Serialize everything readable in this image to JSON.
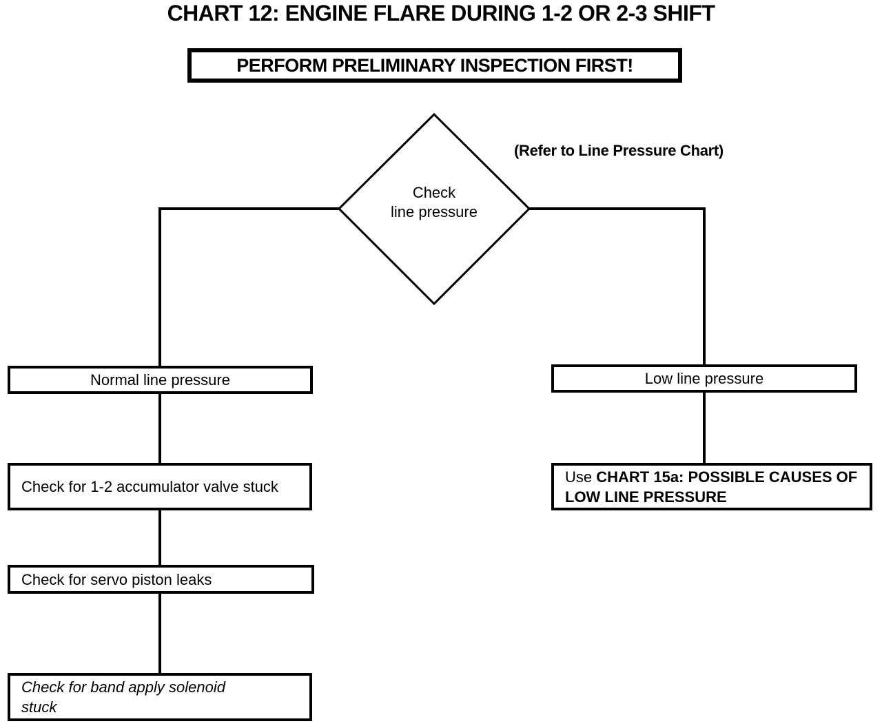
{
  "title": "CHART 12: ENGINE FLARE DURING 1-2 OR 2-3 SHIFT",
  "warning": "PERFORM PRELIMINARY INSPECTION FIRST!",
  "note": "(Refer to Line Pressure Chart)",
  "decision": {
    "line1": "Check",
    "line2": "line pressure"
  },
  "left_branch": {
    "condition": "Normal line pressure",
    "steps": [
      "Check for 1-2 accumulator valve stuck",
      "Check for servo piston leaks",
      "Check for band apply solenoid stuck"
    ]
  },
  "right_branch": {
    "condition": "Low line pressure",
    "action_prefix": "Use",
    "action_emphasis": "CHART 15a: POSSIBLE CAUSES OF LOW LINE PRESSURE"
  },
  "colors": {
    "ink": "#000000",
    "paper": "#ffffff"
  }
}
